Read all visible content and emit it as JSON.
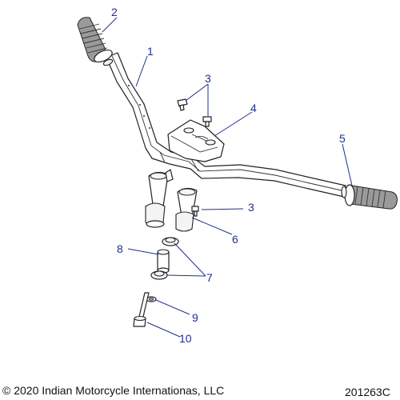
{
  "diagram": {
    "callouts": [
      {
        "id": "c2",
        "text": "2"
      },
      {
        "id": "c1",
        "text": "1"
      },
      {
        "id": "c3a",
        "text": "3"
      },
      {
        "id": "c4",
        "text": "4"
      },
      {
        "id": "c5",
        "text": "5"
      },
      {
        "id": "c3b",
        "text": "3"
      },
      {
        "id": "c6",
        "text": "6"
      },
      {
        "id": "c8",
        "text": "8"
      },
      {
        "id": "c7",
        "text": "7"
      },
      {
        "id": "c9",
        "text": "9"
      },
      {
        "id": "c10",
        "text": "10"
      }
    ],
    "footer": {
      "copyright": "© 2020 Indian Motorcycle Internationas, LLC",
      "drawing_number": "201263C"
    },
    "colors": {
      "callout": "#1f2f8c",
      "line_art": "#222222"
    }
  }
}
